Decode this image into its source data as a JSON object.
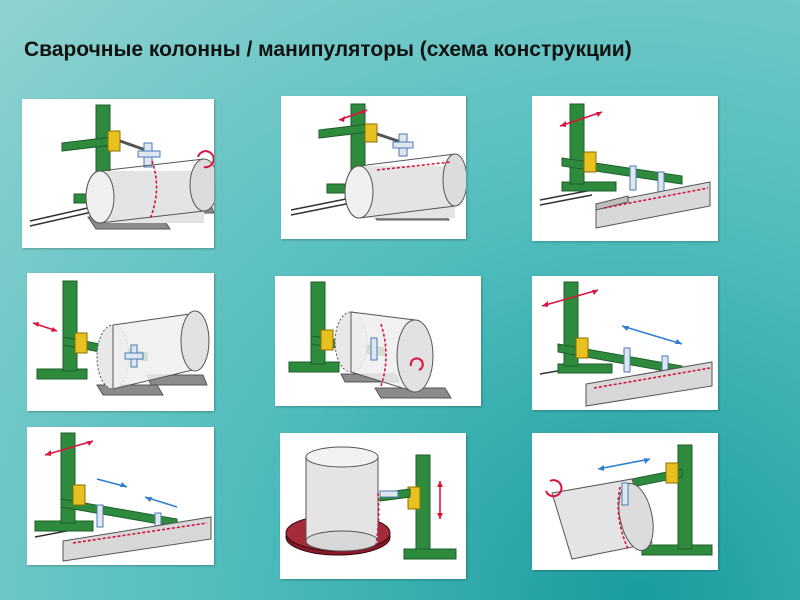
{
  "title": "Сварочные колонны / манипуляторы (схема конструкции)",
  "colors": {
    "background": "#4fbcbc",
    "column": "#2e8b3e",
    "column_dark": "#1d5e29",
    "head": "#e8c020",
    "pipe": "#d8d8d8",
    "weld_line": "#d8143c",
    "arrow_blue": "#2f7fd0",
    "turntable": "#8a1a2a"
  },
  "panels": [
    {
      "variant": "pipe-side-rotating"
    },
    {
      "variant": "pipe-side-longitudinal"
    },
    {
      "variant": "plate-single-head"
    },
    {
      "variant": "pipe-side-through"
    },
    {
      "variant": "pipe-end-rotating"
    },
    {
      "variant": "plate-double-head"
    },
    {
      "variant": "plate-double-head-low"
    },
    {
      "variant": "vertical-cylinder-turntable"
    },
    {
      "variant": "pipe-end-circumferential"
    }
  ]
}
